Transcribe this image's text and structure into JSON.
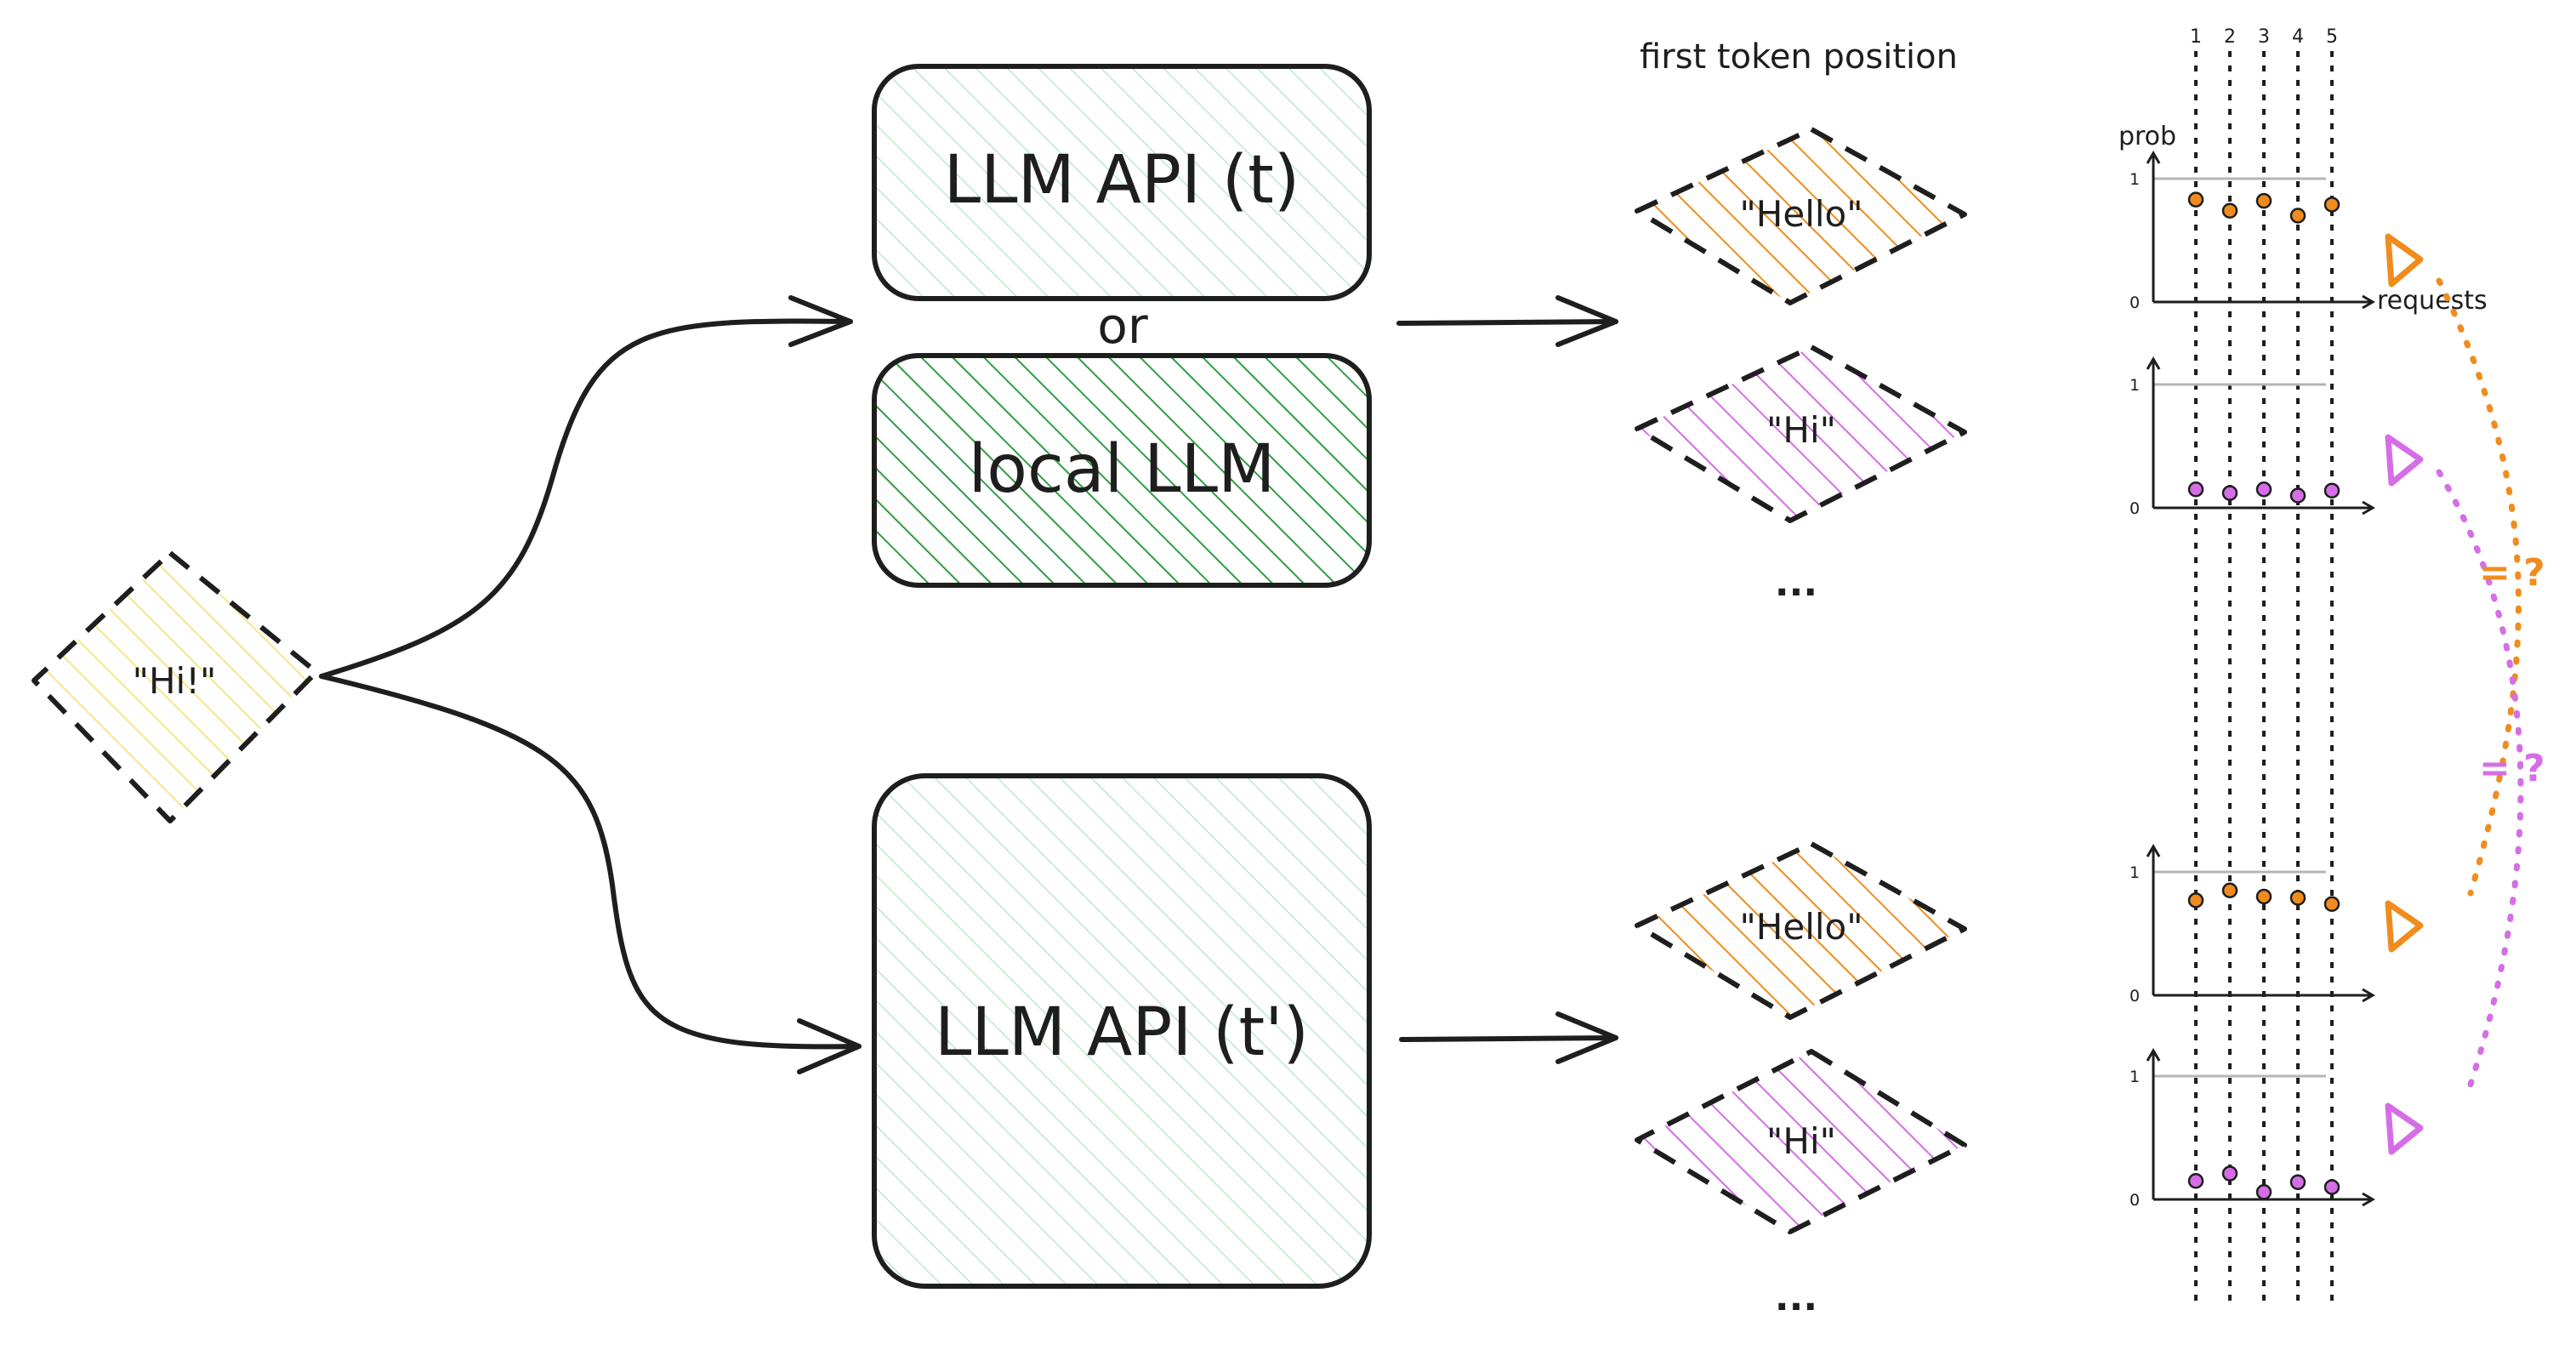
{
  "input": {
    "label": "\"Hi!\""
  },
  "models": {
    "api_t": "LLM API (t)",
    "or_label": "or",
    "local": "local LLM",
    "api_t_prime": "LLM API (t')"
  },
  "tokens": {
    "heading": "first token position",
    "hello": "\"Hello\"",
    "hi": "\"Hi\"",
    "more": "..."
  },
  "plots": {
    "columns": [
      "1",
      "2",
      "3",
      "4",
      "5"
    ],
    "ylabel": "prob",
    "xlabel": "requests",
    "tick_one": "1",
    "tick_zero": "0"
  },
  "comparison": {
    "equals_label": "= ?"
  },
  "colors": {
    "ink": "#1e1e1e",
    "input_yellow": "#f5e68c",
    "api_green_light": "#b9e6c9",
    "local_green": "#2f9e44",
    "orange": "#f08c1e",
    "purple": "#d56ee6",
    "gray_line": "#b5b5b5"
  },
  "chart_data": [
    {
      "type": "scatter",
      "ylabel": "prob",
      "xlabel": "requests",
      "x": [
        1,
        2,
        3,
        4,
        5
      ],
      "ylim": [
        0,
        1
      ],
      "series": [
        {
          "name": "\"Hello\"",
          "values": [
            0.83,
            0.74,
            0.82,
            0.7,
            0.79
          ]
        },
        {
          "name": "\"Hi\"",
          "values": [
            0.15,
            0.12,
            0.15,
            0.1,
            0.14
          ]
        }
      ]
    },
    {
      "type": "scatter",
      "xlabel": "",
      "ylabel": "",
      "x": [
        1,
        2,
        3,
        4,
        5
      ],
      "ylim": [
        0,
        1
      ],
      "series": [
        {
          "name": "\"Hello\"",
          "values": [
            0.77,
            0.85,
            0.8,
            0.79,
            0.74
          ]
        },
        {
          "name": "\"Hi\"",
          "values": [
            0.15,
            0.21,
            0.06,
            0.14,
            0.1
          ]
        }
      ]
    }
  ]
}
